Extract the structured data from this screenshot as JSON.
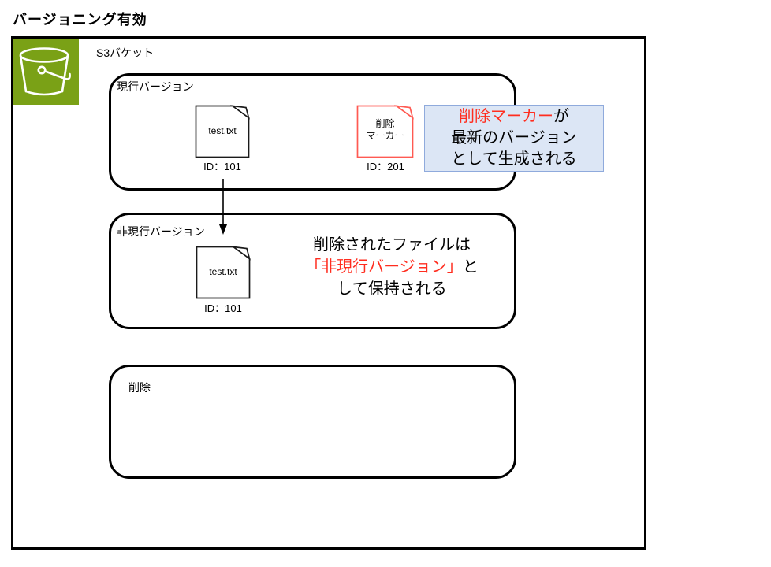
{
  "title": "バージョニング有効",
  "colors": {
    "bucket_green": "#7aa116",
    "accent_red": "#ff2d1f",
    "marker_outline_red": "#ff5a52",
    "callout_bg": "#dce6f5",
    "callout_border": "#8faadc"
  },
  "bucket": {
    "label": "S3バケット",
    "icon": "s3-bucket-icon"
  },
  "sections": {
    "current": {
      "label": "現行バージョン",
      "file": {
        "name": "test.txt",
        "id": "ID：101"
      },
      "marker": {
        "line1": "削除",
        "line2": "マーカー",
        "id": "ID：201"
      },
      "callout": {
        "line1_red": "削除マーカー",
        "line1_rest": "が",
        "line2": "最新のバージョン",
        "line3": "として生成される"
      }
    },
    "noncurrent": {
      "label": "非現行バージョン",
      "file": {
        "name": "test.txt",
        "id": "ID：101"
      },
      "note": {
        "line1": "削除されたファイルは",
        "line2_red": "「非現行バージョン」",
        "line2_rest": "と",
        "line3": "して保持される"
      }
    },
    "delete": {
      "label": "削除"
    }
  }
}
